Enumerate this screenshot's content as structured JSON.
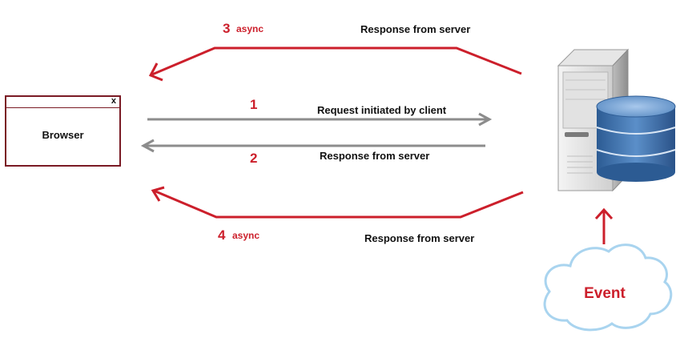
{
  "browser": {
    "title": "Browser",
    "close_glyph": "x"
  },
  "flows": {
    "async_top": {
      "number": "3",
      "tag": "async",
      "label": "Response from server"
    },
    "request": {
      "number": "1",
      "label": "Request initiated by client"
    },
    "response": {
      "number": "2",
      "label": "Response from server"
    },
    "async_bottom": {
      "number": "4",
      "tag": "async",
      "label": "Response from server"
    }
  },
  "event": {
    "label": "Event"
  },
  "icons": {
    "server": "server-database-icon",
    "cloud": "cloud-icon"
  },
  "colors": {
    "accent_red": "#cc1f2b",
    "gray_arrow": "#8c8c8c",
    "db_blue": "#3d6fa8"
  }
}
